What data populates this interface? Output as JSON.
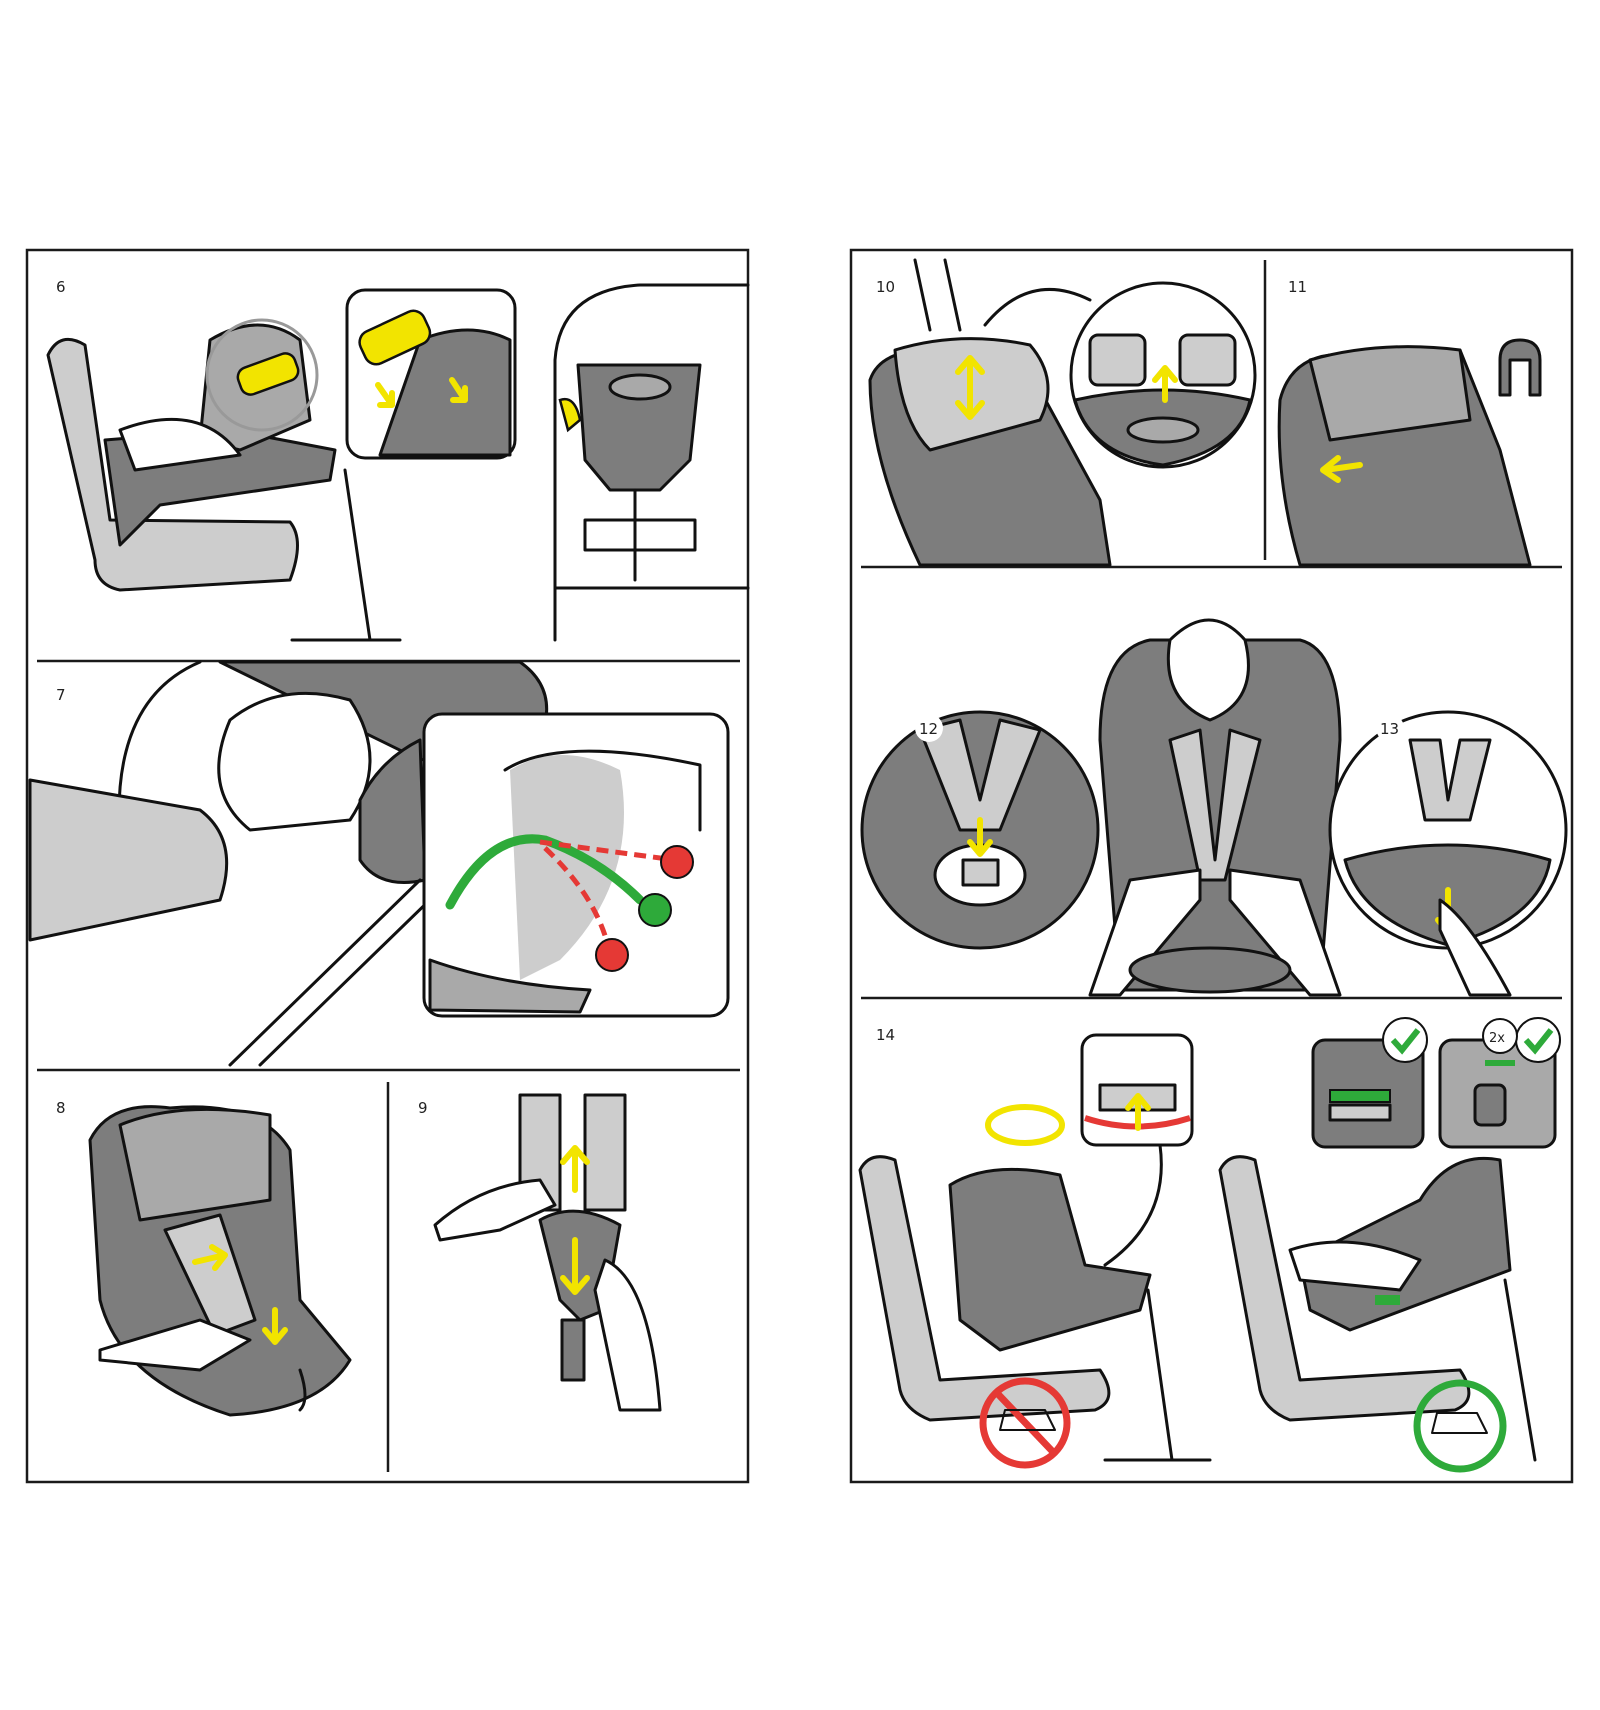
{
  "steps": {
    "s6": "6",
    "s7": "7",
    "s8": "8",
    "s9": "9",
    "s10": "10",
    "s11": "11",
    "s12": "12",
    "s13": "13",
    "s14": "14"
  },
  "step14_badge": "2x",
  "colors": {
    "accent_arrow": "#f2e400",
    "wrong": "#e53935",
    "correct": "#2eaa3a",
    "seat_dark": "#7d7d7d",
    "seat_light": "#cdcdcd"
  }
}
